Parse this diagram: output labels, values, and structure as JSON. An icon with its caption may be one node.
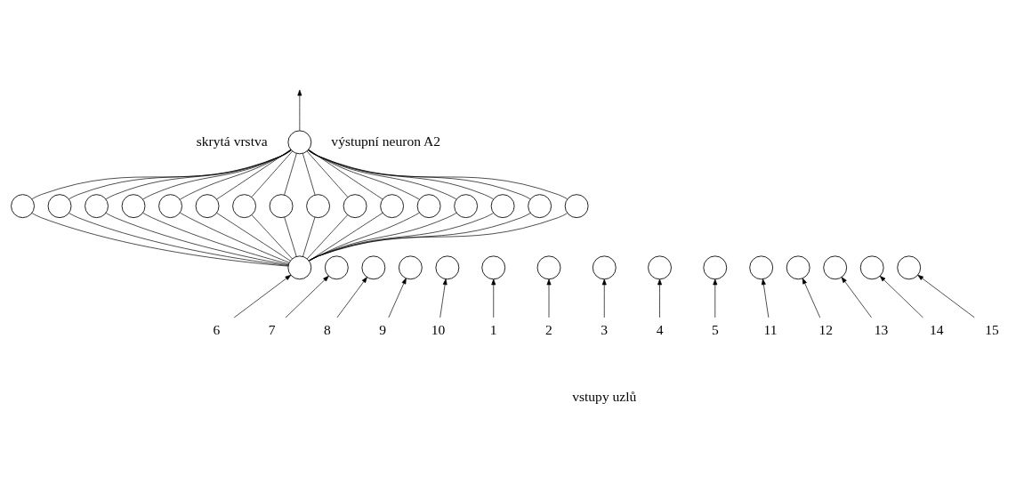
{
  "diagram": {
    "nodes": [
      {
        "text": [],
        "shape": "circle",
        "beside": [
          "výstupní neuron A2"
        ]
      },
      {
        "text": [],
        "shape": "circle"
      },
      {
        "text": [],
        "shape": "circle"
      },
      {
        "text": [],
        "shape": "circle"
      },
      {
        "text": [],
        "shape": "circle"
      },
      {
        "text": [],
        "shape": "circle"
      },
      {
        "text": [],
        "shape": "circle"
      },
      {
        "text": [],
        "shape": "circle"
      },
      {
        "text": [],
        "shape": "circle"
      },
      {
        "text": [],
        "shape": "circle"
      },
      {
        "text": [],
        "shape": "circle"
      },
      {
        "text": [],
        "shape": "circle"
      },
      {
        "text": [],
        "shape": "circle"
      },
      {
        "text": [],
        "shape": "circle"
      },
      {
        "text": [],
        "shape": "circle"
      },
      {
        "text": [],
        "shape": "circle"
      },
      {
        "text": [],
        "shape": "circle"
      },
      {
        "text": [],
        "shape": "circle"
      },
      {
        "text": [],
        "shape": "circle"
      },
      {
        "text": [],
        "shape": "circle"
      },
      {
        "text": [],
        "shape": "circle"
      },
      {
        "text": [],
        "shape": "circle"
      },
      {
        "text": [],
        "shape": "circle"
      },
      {
        "text": [],
        "shape": "circle"
      },
      {
        "text": [],
        "shape": "circle"
      },
      {
        "text": [],
        "shape": "circle"
      },
      {
        "text": [],
        "shape": "circle"
      },
      {
        "text": [],
        "shape": "circle"
      },
      {
        "text": [],
        "shape": "circle"
      },
      {
        "text": [],
        "shape": "circle"
      },
      {
        "text": [],
        "shape": "circle"
      },
      {
        "text": [],
        "shape": "circle"
      },
      {
        "text": [
          "6"
        ]
      },
      {
        "text": [
          "7"
        ]
      },
      {
        "text": [
          "8"
        ]
      },
      {
        "text": [
          "9"
        ]
      },
      {
        "text": [
          "10"
        ]
      },
      {
        "text": [
          "1"
        ]
      },
      {
        "text": [
          "2"
        ]
      },
      {
        "text": [
          "3"
        ]
      },
      {
        "text": [
          "4"
        ]
      },
      {
        "text": [
          "5"
        ]
      },
      {
        "text": [
          "11"
        ]
      },
      {
        "text": [
          "12"
        ]
      },
      {
        "text": [
          "13"
        ]
      },
      {
        "text": [
          "14"
        ]
      },
      {
        "text": [
          "15"
        ]
      }
    ],
    "edges": [
      {
        "from": 0,
        "to": null,
        "arrow": "to"
      },
      {
        "from": 1,
        "to": 0,
        "arrow": "none"
      },
      {
        "from": 2,
        "to": 0,
        "arrow": "none"
      },
      {
        "from": 3,
        "to": 0,
        "arrow": "none"
      },
      {
        "from": 4,
        "to": 0,
        "arrow": "none"
      },
      {
        "from": 5,
        "to": 0,
        "arrow": "none"
      },
      {
        "from": 6,
        "to": 0,
        "arrow": "none"
      },
      {
        "from": 7,
        "to": 0,
        "arrow": "none"
      },
      {
        "from": 8,
        "to": 0,
        "arrow": "none"
      },
      {
        "from": 9,
        "to": 0,
        "arrow": "none"
      },
      {
        "from": 10,
        "to": 0,
        "arrow": "none"
      },
      {
        "from": 11,
        "to": 0,
        "arrow": "none"
      },
      {
        "from": 12,
        "to": 0,
        "arrow": "none"
      },
      {
        "from": 13,
        "to": 0,
        "arrow": "none"
      },
      {
        "from": 14,
        "to": 0,
        "arrow": "none"
      },
      {
        "from": 15,
        "to": 0,
        "arrow": "none"
      },
      {
        "from": 16,
        "to": 0,
        "arrow": "none"
      },
      {
        "from": 17,
        "to": 1,
        "arrow": "none"
      },
      {
        "from": 17,
        "to": 2,
        "arrow": "none"
      },
      {
        "from": 17,
        "to": 3,
        "arrow": "none"
      },
      {
        "from": 17,
        "to": 4,
        "arrow": "none"
      },
      {
        "from": 17,
        "to": 5,
        "arrow": "none"
      },
      {
        "from": 17,
        "to": 6,
        "arrow": "none"
      },
      {
        "from": 17,
        "to": 7,
        "arrow": "none"
      },
      {
        "from": 17,
        "to": 8,
        "arrow": "none"
      },
      {
        "from": 17,
        "to": 9,
        "arrow": "none"
      },
      {
        "from": 17,
        "to": 10,
        "arrow": "none"
      },
      {
        "from": 17,
        "to": 11,
        "arrow": "none"
      },
      {
        "from": 17,
        "to": 12,
        "arrow": "none"
      },
      {
        "from": 17,
        "to": 13,
        "arrow": "none"
      },
      {
        "from": 17,
        "to": 14,
        "arrow": "none"
      },
      {
        "from": 17,
        "to": 15,
        "arrow": "none"
      },
      {
        "from": 17,
        "to": 16,
        "arrow": "none"
      },
      {
        "from": 32,
        "to": 17,
        "arrow": "to"
      },
      {
        "from": 33,
        "to": 18,
        "arrow": "to"
      },
      {
        "from": 34,
        "to": 19,
        "arrow": "to"
      },
      {
        "from": 35,
        "to": 20,
        "arrow": "to"
      },
      {
        "from": 36,
        "to": 21,
        "arrow": "to"
      },
      {
        "from": 37,
        "to": 22,
        "arrow": "to"
      },
      {
        "from": 38,
        "to": 23,
        "arrow": "to"
      },
      {
        "from": 39,
        "to": 24,
        "arrow": "to"
      },
      {
        "from": 40,
        "to": 25,
        "arrow": "to"
      },
      {
        "from": 41,
        "to": 26,
        "arrow": "to"
      },
      {
        "from": 42,
        "to": 27,
        "arrow": "to"
      },
      {
        "from": 43,
        "to": 28,
        "arrow": "to"
      },
      {
        "from": 44,
        "to": 29,
        "arrow": "to"
      },
      {
        "from": 45,
        "to": 30,
        "arrow": "to"
      },
      {
        "from": 46,
        "to": 31,
        "arrow": "to"
      }
    ],
    "labels": [
      "skrytá vrstva",
      "vstupy uzlů"
    ]
  }
}
